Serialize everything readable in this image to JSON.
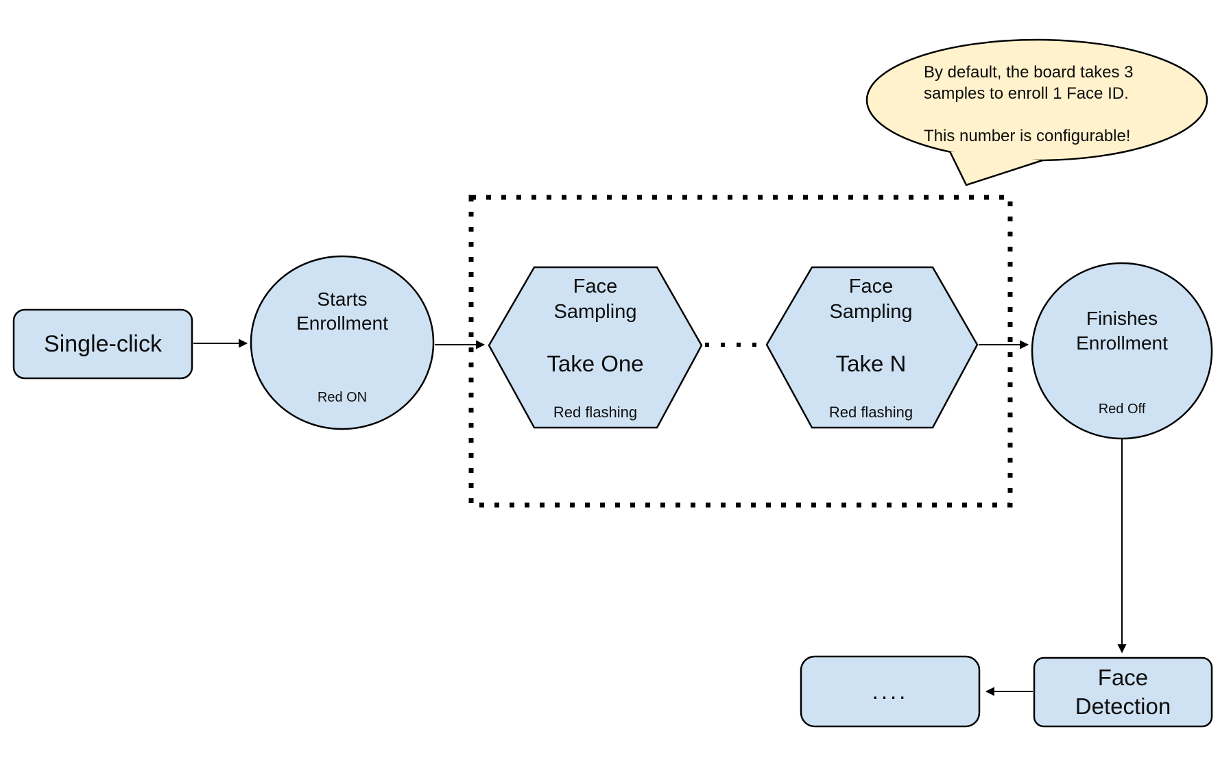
{
  "colors": {
    "background": "#ffffff",
    "node_fill": "#cfe2f3",
    "node_stroke": "#000000",
    "callout_fill": "#fff2cc",
    "text": "#0d0d0d"
  },
  "nodes": {
    "single_click": {
      "label": "Single-click"
    },
    "starts_enrollment": {
      "title": "Starts\nEnrollment",
      "status": "Red ON"
    },
    "face_sampling_first": {
      "title": "Face\nSampling",
      "take": "Take One",
      "status": "Red flashing"
    },
    "face_sampling_last": {
      "title": "Face\nSampling",
      "take": "Take N",
      "status": "Red flashing"
    },
    "finishes_enrollment": {
      "title": "Finishes\nEnrollment",
      "status": "Red Off"
    },
    "face_detection": {
      "label": "Face\nDetection"
    },
    "continuation": {
      "label": "...."
    }
  },
  "callout": {
    "text": "By default, the board takes 3\nsamples to enroll 1 Face ID.\n\nThis number is configurable!"
  }
}
